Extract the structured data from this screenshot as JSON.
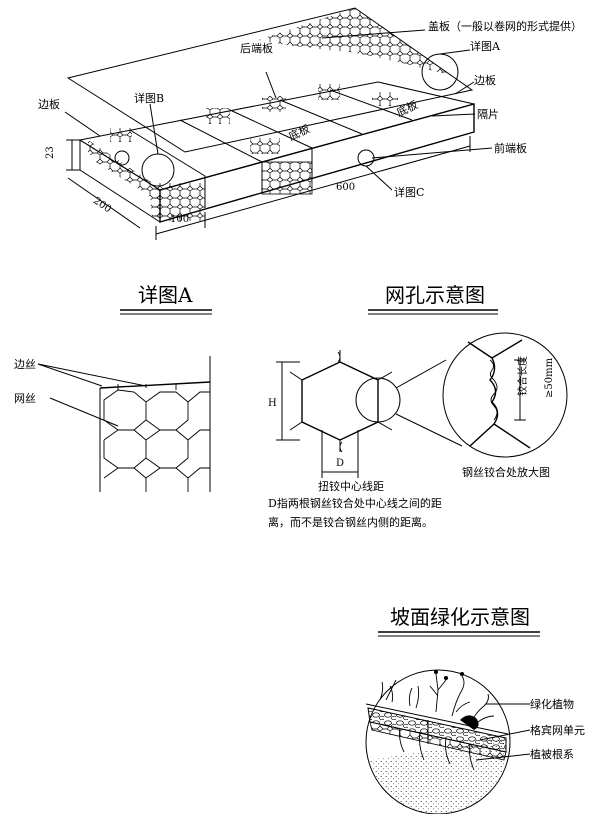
{
  "box_diagram": {
    "cover_plate": "盖板（一般以卷网的形式提供）",
    "rear_end_plate": "后端板",
    "detail_a_ref": "详图A",
    "side_plate_right": "边板",
    "divider": "隔片",
    "front_end_plate": "前端板",
    "side_plate_left": "边板",
    "detail_b_ref": "详图B",
    "detail_c_ref": "详图C",
    "bottom_plate_1": "底板",
    "bottom_plate_2": "底板",
    "dim_height": "23",
    "dim_width": "200",
    "dim_unit_length": "100",
    "dim_total_length": "600"
  },
  "detail_a": {
    "title": "详图A",
    "edge_wire": "边丝",
    "mesh_wire": "网丝"
  },
  "mesh_diagram": {
    "title": "网孔示意图",
    "label_h": "H",
    "label_d": "D",
    "twist_center_label": "扭铰中心线距",
    "note_line1": "D指两根钢丝铰合处中心线之间的距",
    "note_line2": "离，而不是铰合钢丝内侧的距离。",
    "magnified_caption": "钢丝铰合处放大图",
    "twist_length_label": "铰合长度",
    "twist_min_label": "≥50mm"
  },
  "slope_diagram": {
    "title": "坡面绿化示意图",
    "plants_label": "绿化植物",
    "gabion_label": "格宾网单元",
    "roots_label": "植被根系"
  }
}
